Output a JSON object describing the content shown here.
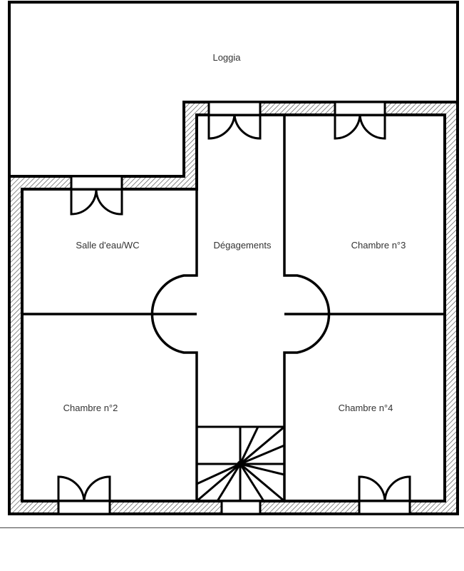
{
  "plan": {
    "rooms": [
      {
        "id": "loggia",
        "label": "Loggia"
      },
      {
        "id": "salle-eau",
        "label": "Salle d'eau/WC"
      },
      {
        "id": "degagements",
        "label": "Dégagements"
      },
      {
        "id": "chambre-3",
        "label": "Chambre n°3"
      },
      {
        "id": "chambre-2",
        "label": "Chambre n°2"
      },
      {
        "id": "chambre-4",
        "label": "Chambre n°4"
      }
    ],
    "colors": {
      "wall": "#000000",
      "hatch": "#555555",
      "text": "#333333",
      "background": "#ffffff"
    }
  }
}
